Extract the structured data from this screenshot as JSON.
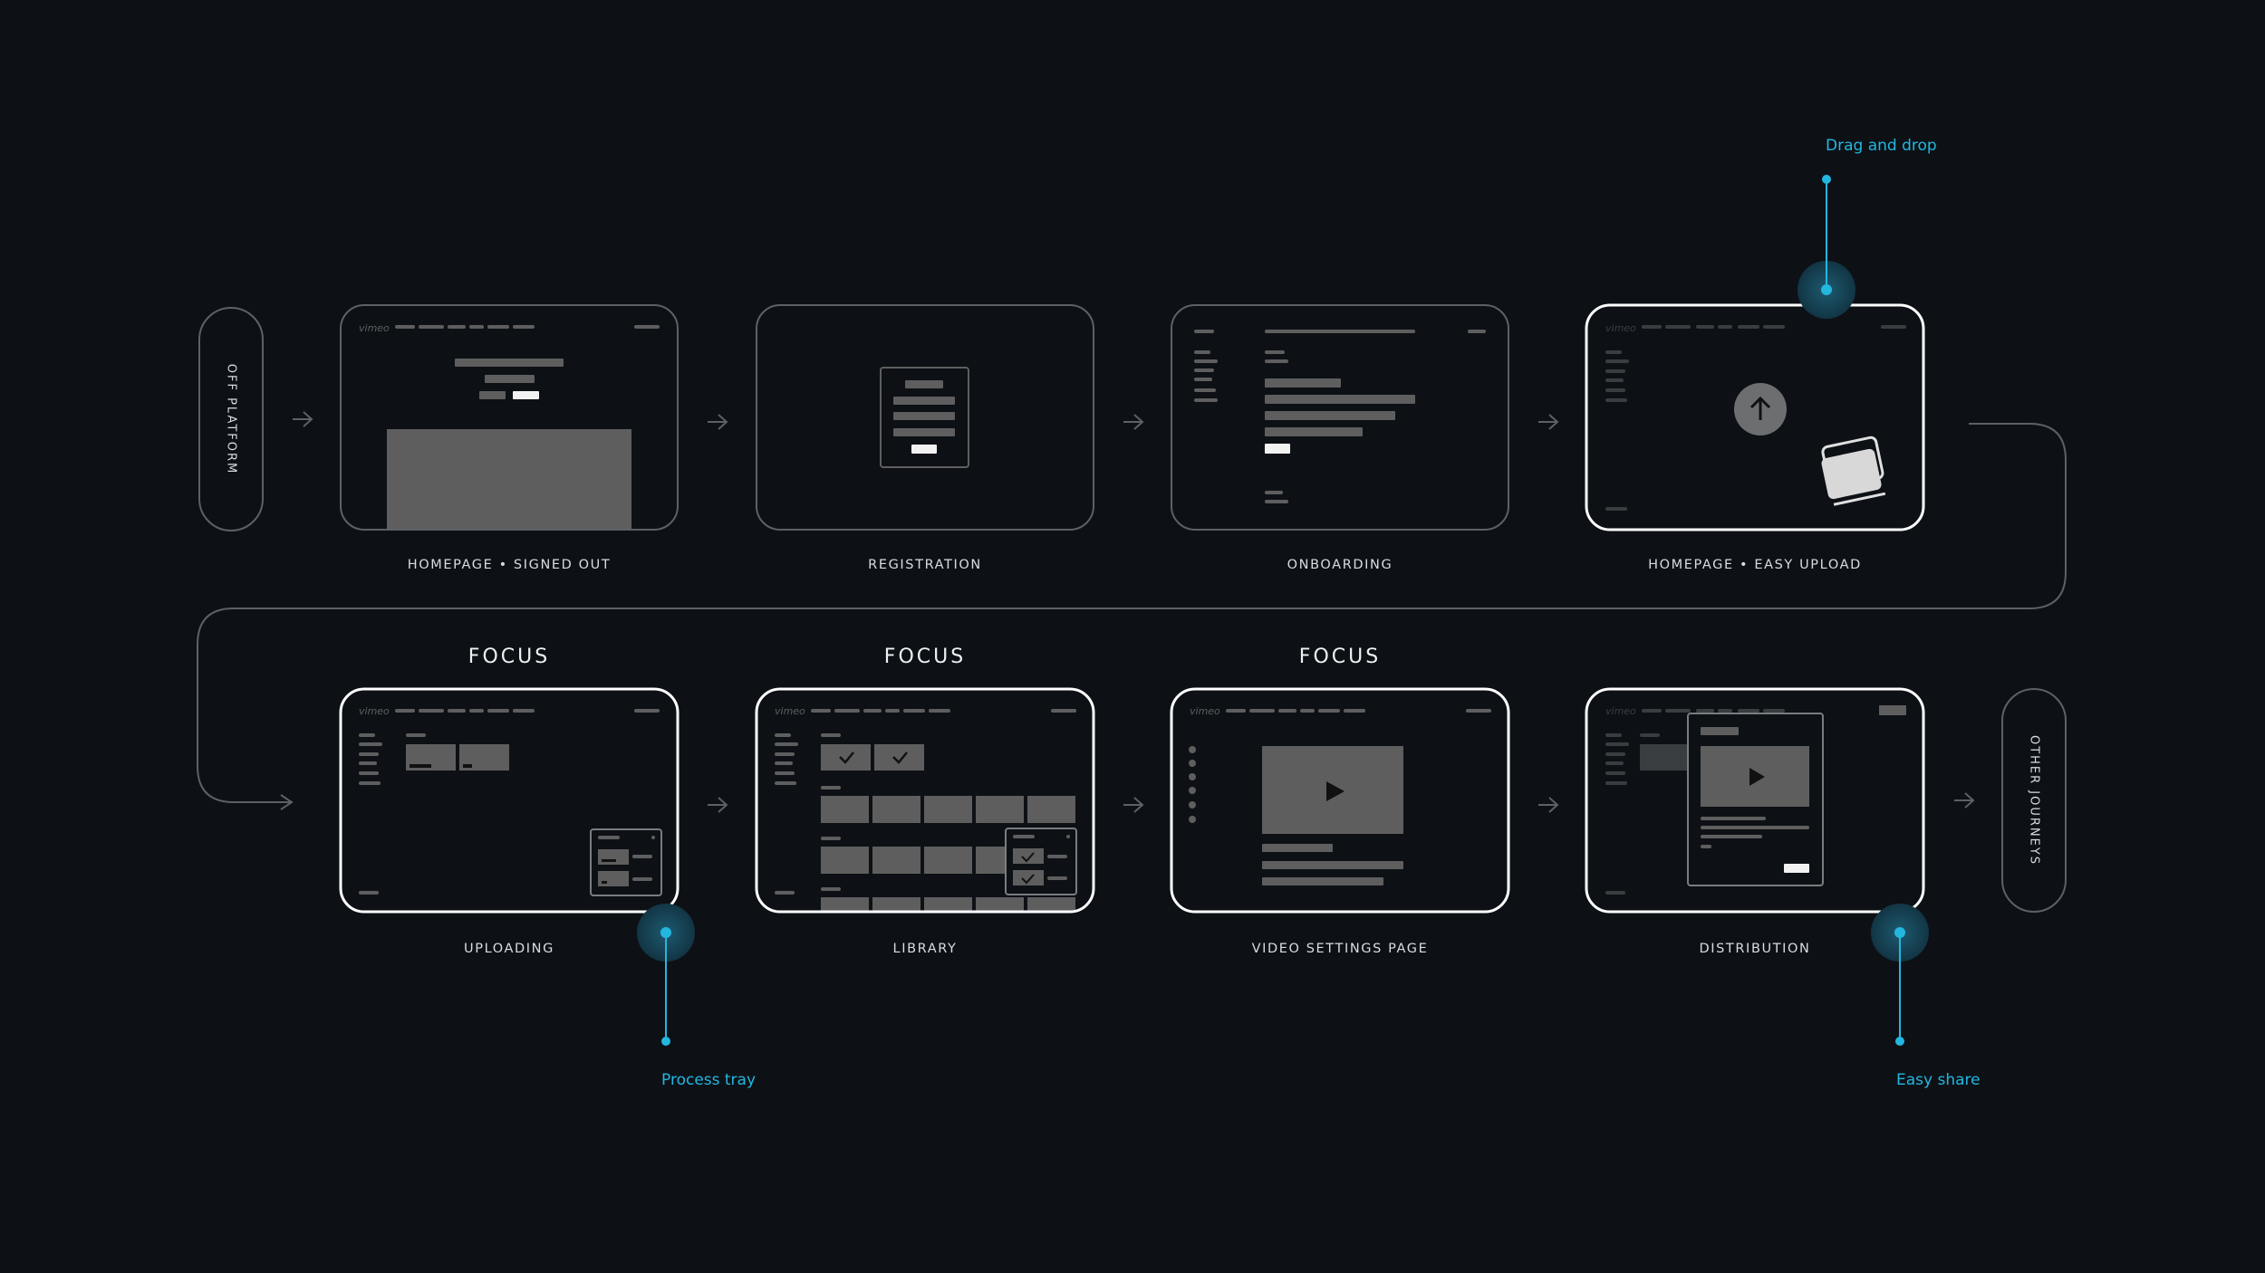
{
  "off_platform": "OFF PLATFORM",
  "other_journeys": "OTHER JOURNEYS",
  "screens": [
    {
      "label": "HOMEPAGE • SIGNED OUT",
      "focus": ""
    },
    {
      "label": "REGISTRATION",
      "focus": ""
    },
    {
      "label": "ONBOARDING",
      "focus": ""
    },
    {
      "label": "HOMEPAGE • EASY UPLOAD",
      "focus": ""
    },
    {
      "label": "UPLOADING",
      "focus": "FOCUS"
    },
    {
      "label": "LIBRARY",
      "focus": "FOCUS"
    },
    {
      "label": "VIDEO SETTINGS PAGE",
      "focus": "FOCUS"
    },
    {
      "label": "DISTRIBUTION",
      "focus": ""
    }
  ],
  "annotations": {
    "drag_and_drop": "Drag and drop",
    "process_tray": "Process tray",
    "easy_share": "Easy share"
  },
  "logo_text": "vimeo",
  "colors": {
    "background": "#0d1116",
    "accent": "#23b7e0",
    "frame_dim": "#5b6168",
    "frame_bright": "#ffffff",
    "placeholder": "#5e5e5e"
  }
}
